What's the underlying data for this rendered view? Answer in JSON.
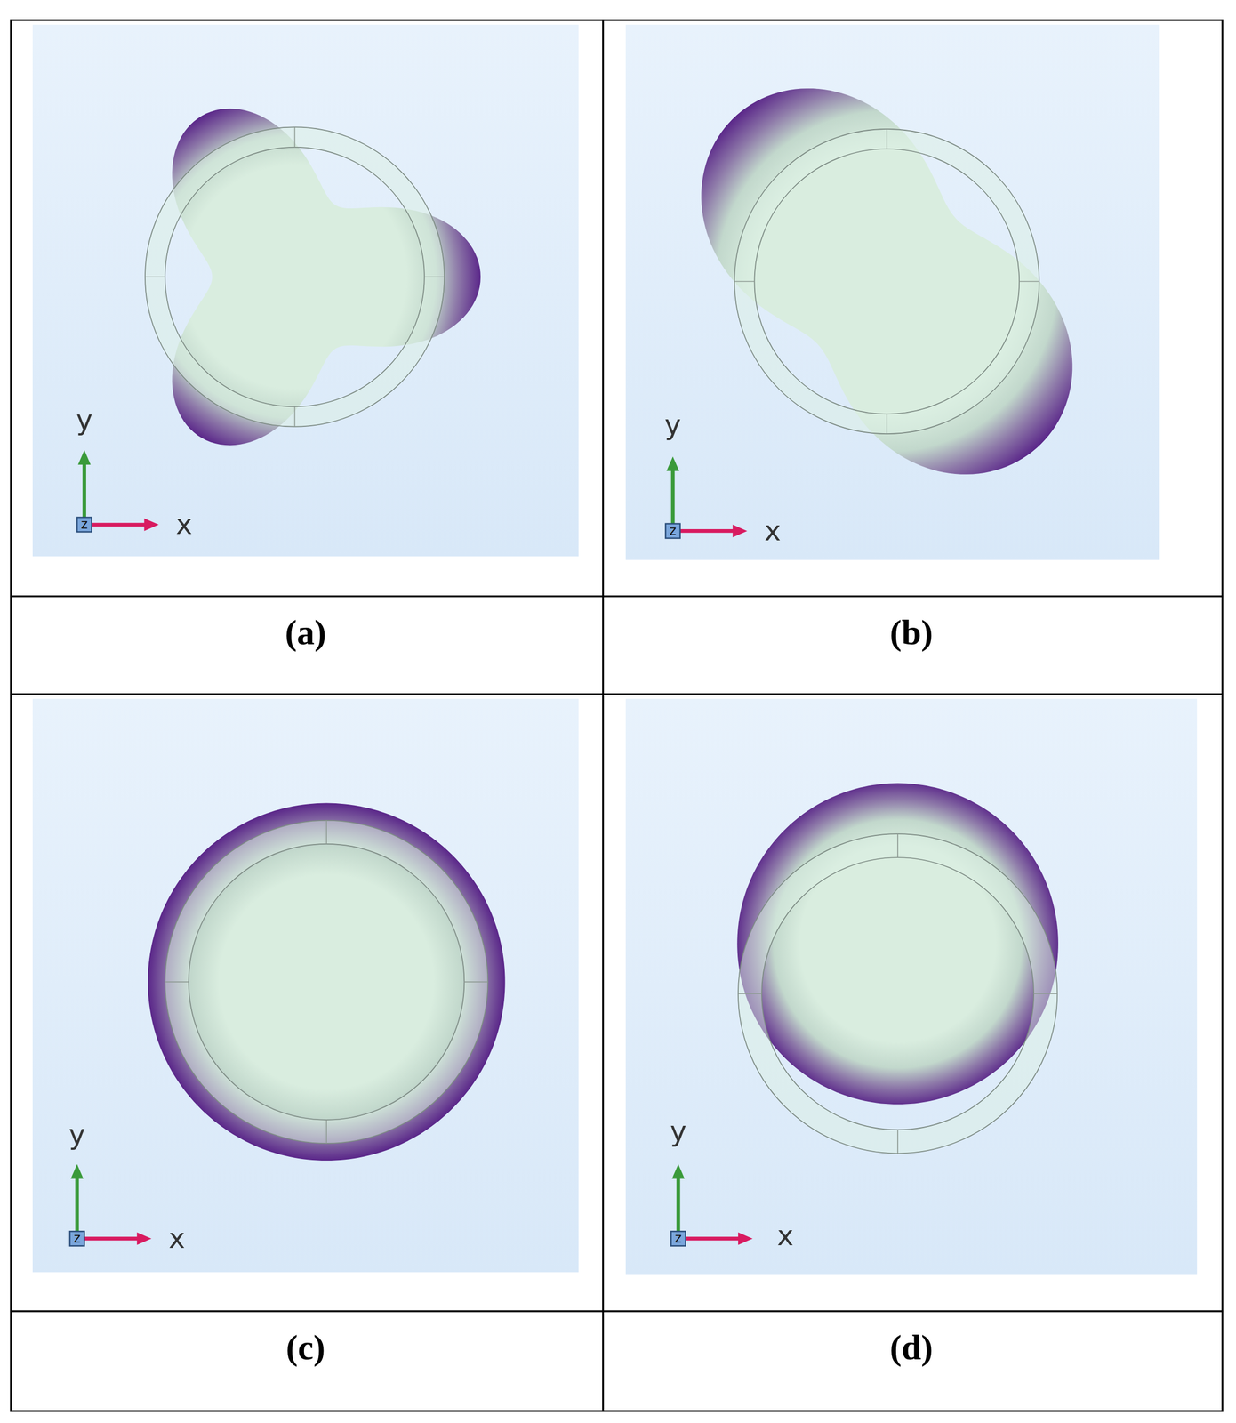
{
  "diagram": {
    "labels": [
      "y",
      "z",
      "x",
      "y",
      "z",
      "x",
      "(a)",
      "(b)",
      "y",
      "z",
      "x",
      "y",
      "z",
      "x",
      "(c)",
      "(d)"
    ]
  }
}
